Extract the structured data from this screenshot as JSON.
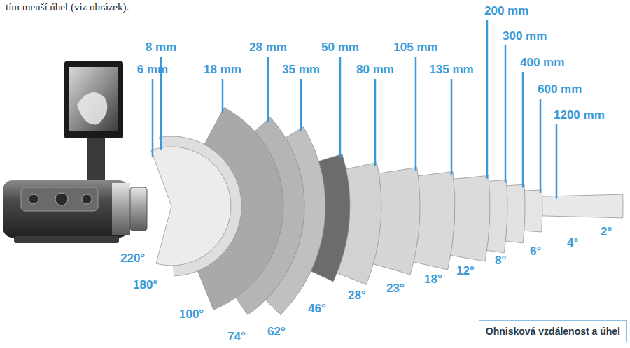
{
  "diagram": {
    "nodes": [
      {
        "text": [
          "Ohnisková vzdálenost a úhel"
        ]
      }
    ],
    "labels": [
      "tím menší úhel (viz obrázek).",
      "6 mm",
      "8 mm",
      "18 mm",
      "28 mm",
      "35 mm",
      "50 mm",
      "80 mm",
      "105 mm",
      "135 mm",
      "200 mm",
      "300 mm",
      "400 mm",
      "600 mm",
      "1200 mm",
      "220°",
      "180°",
      "100°",
      "74°",
      "62°",
      "46°",
      "28°",
      "23°",
      "18°",
      "12°",
      "8°",
      "6°",
      "4°",
      "2°"
    ]
  }
}
